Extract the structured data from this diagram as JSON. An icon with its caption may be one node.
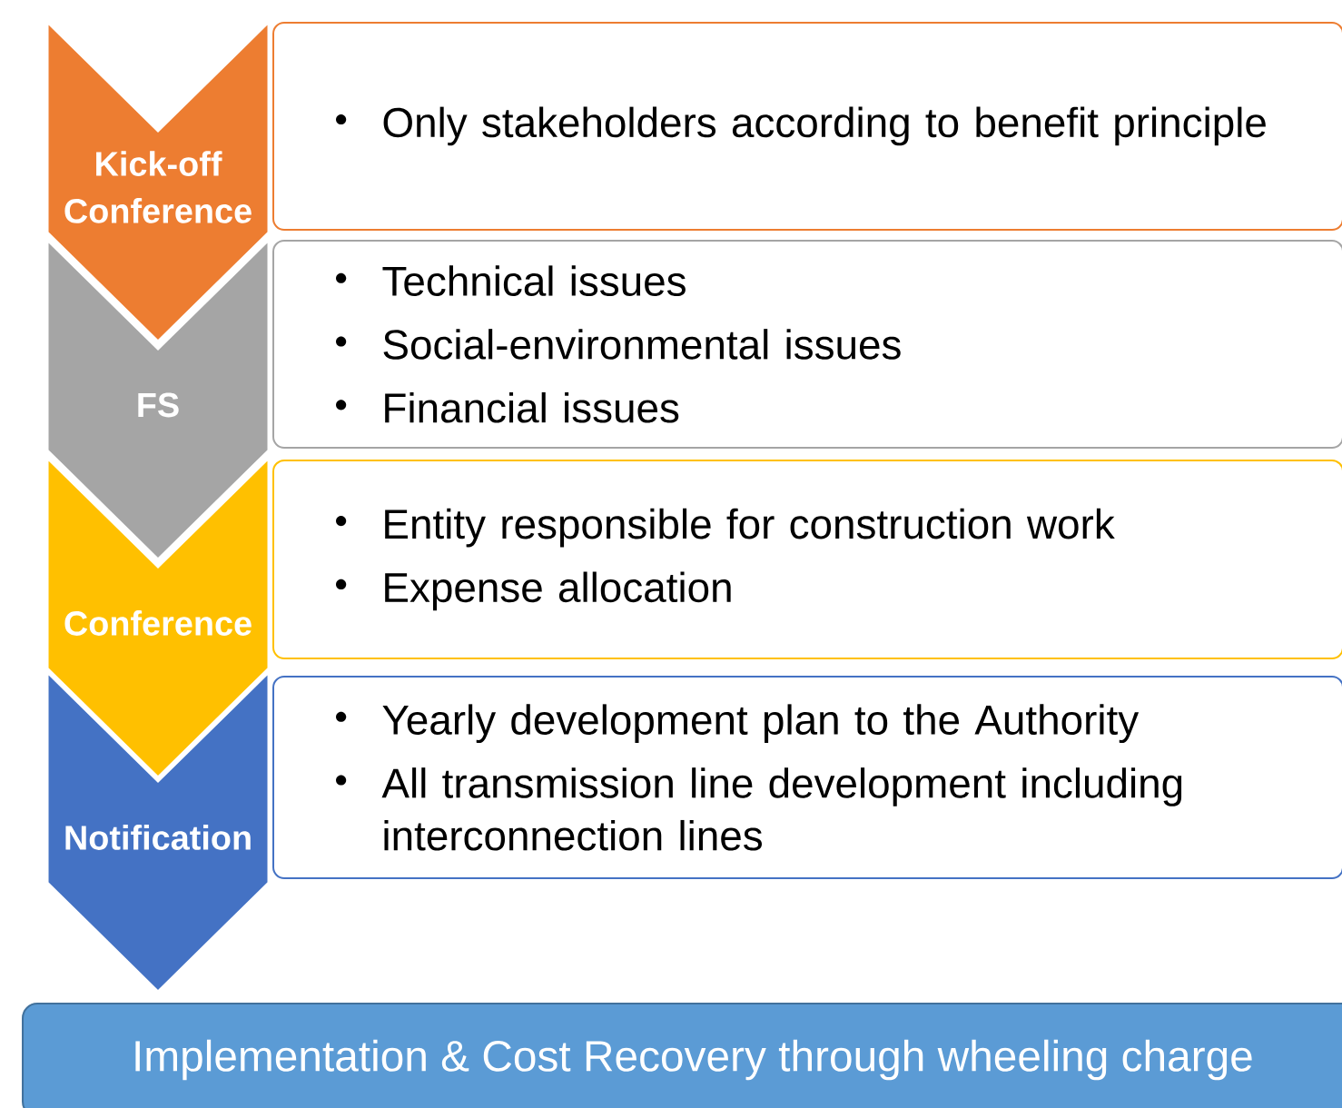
{
  "diagram": {
    "nodes": [
      {
        "text": [
          "Kick-off Conference"
        ]
      },
      {
        "text": [
          "Only stakeholders according to benefit principle"
        ]
      },
      {
        "text": [
          "FS"
        ]
      },
      {
        "text": [
          "Technical issues",
          "Social-environmental issues",
          "Financial issues"
        ]
      },
      {
        "text": [
          "Conference"
        ]
      },
      {
        "text": [
          "Entity responsible for construction work",
          "Expense allocation"
        ]
      },
      {
        "text": [
          "Notification"
        ]
      },
      {
        "text": [
          "Yearly development plan to the Authority",
          "All transmission line development including interconnection lines"
        ]
      },
      {
        "text": [
          "Implementation & Cost Recovery through wheeling charge"
        ]
      }
    ]
  }
}
